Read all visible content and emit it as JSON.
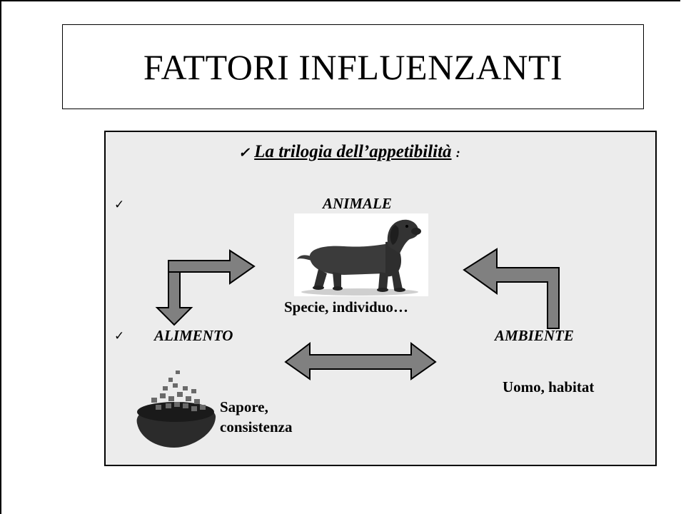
{
  "slide": {
    "title": "FATTORI INFLUENZANTI"
  },
  "panel": {
    "heading_check": "✓",
    "heading": "La trilogia dell’appetibilità",
    "heading_colon": ":",
    "animale_check": "✓",
    "animale": "ANIMALE",
    "animale_desc": "Specie, individuo…",
    "alimento_check": "✓",
    "alimento": "ALIMENTO",
    "alimento_desc": "Sapore, consistenza",
    "ambiente": "AMBIENTE",
    "ambiente_desc": "Uomo, habitat"
  },
  "colors": {
    "arrow_fill": "#808080",
    "panel_bg": "#ececec"
  },
  "icons": [
    "dog-photo",
    "pet-food-bowl-image",
    "arrow-right",
    "arrow-down",
    "arrow-left-elbow",
    "double-arrow"
  ]
}
